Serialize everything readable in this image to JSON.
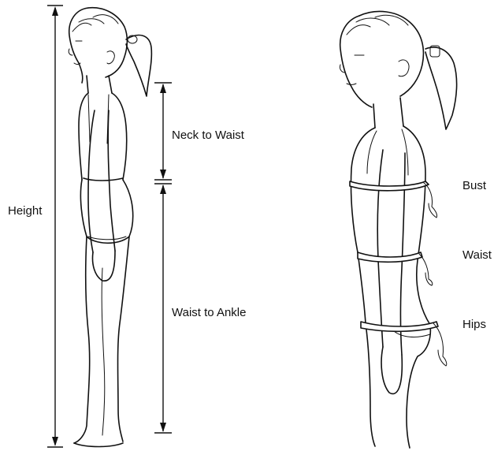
{
  "labels": {
    "height": "Height",
    "neck_to_waist": "Neck to Waist",
    "waist_to_ankle": "Waist to Ankle",
    "bust": "Bust",
    "waist": "Waist",
    "hips": "Hips"
  },
  "colors": {
    "line": "#111111",
    "background": "#ffffff"
  }
}
